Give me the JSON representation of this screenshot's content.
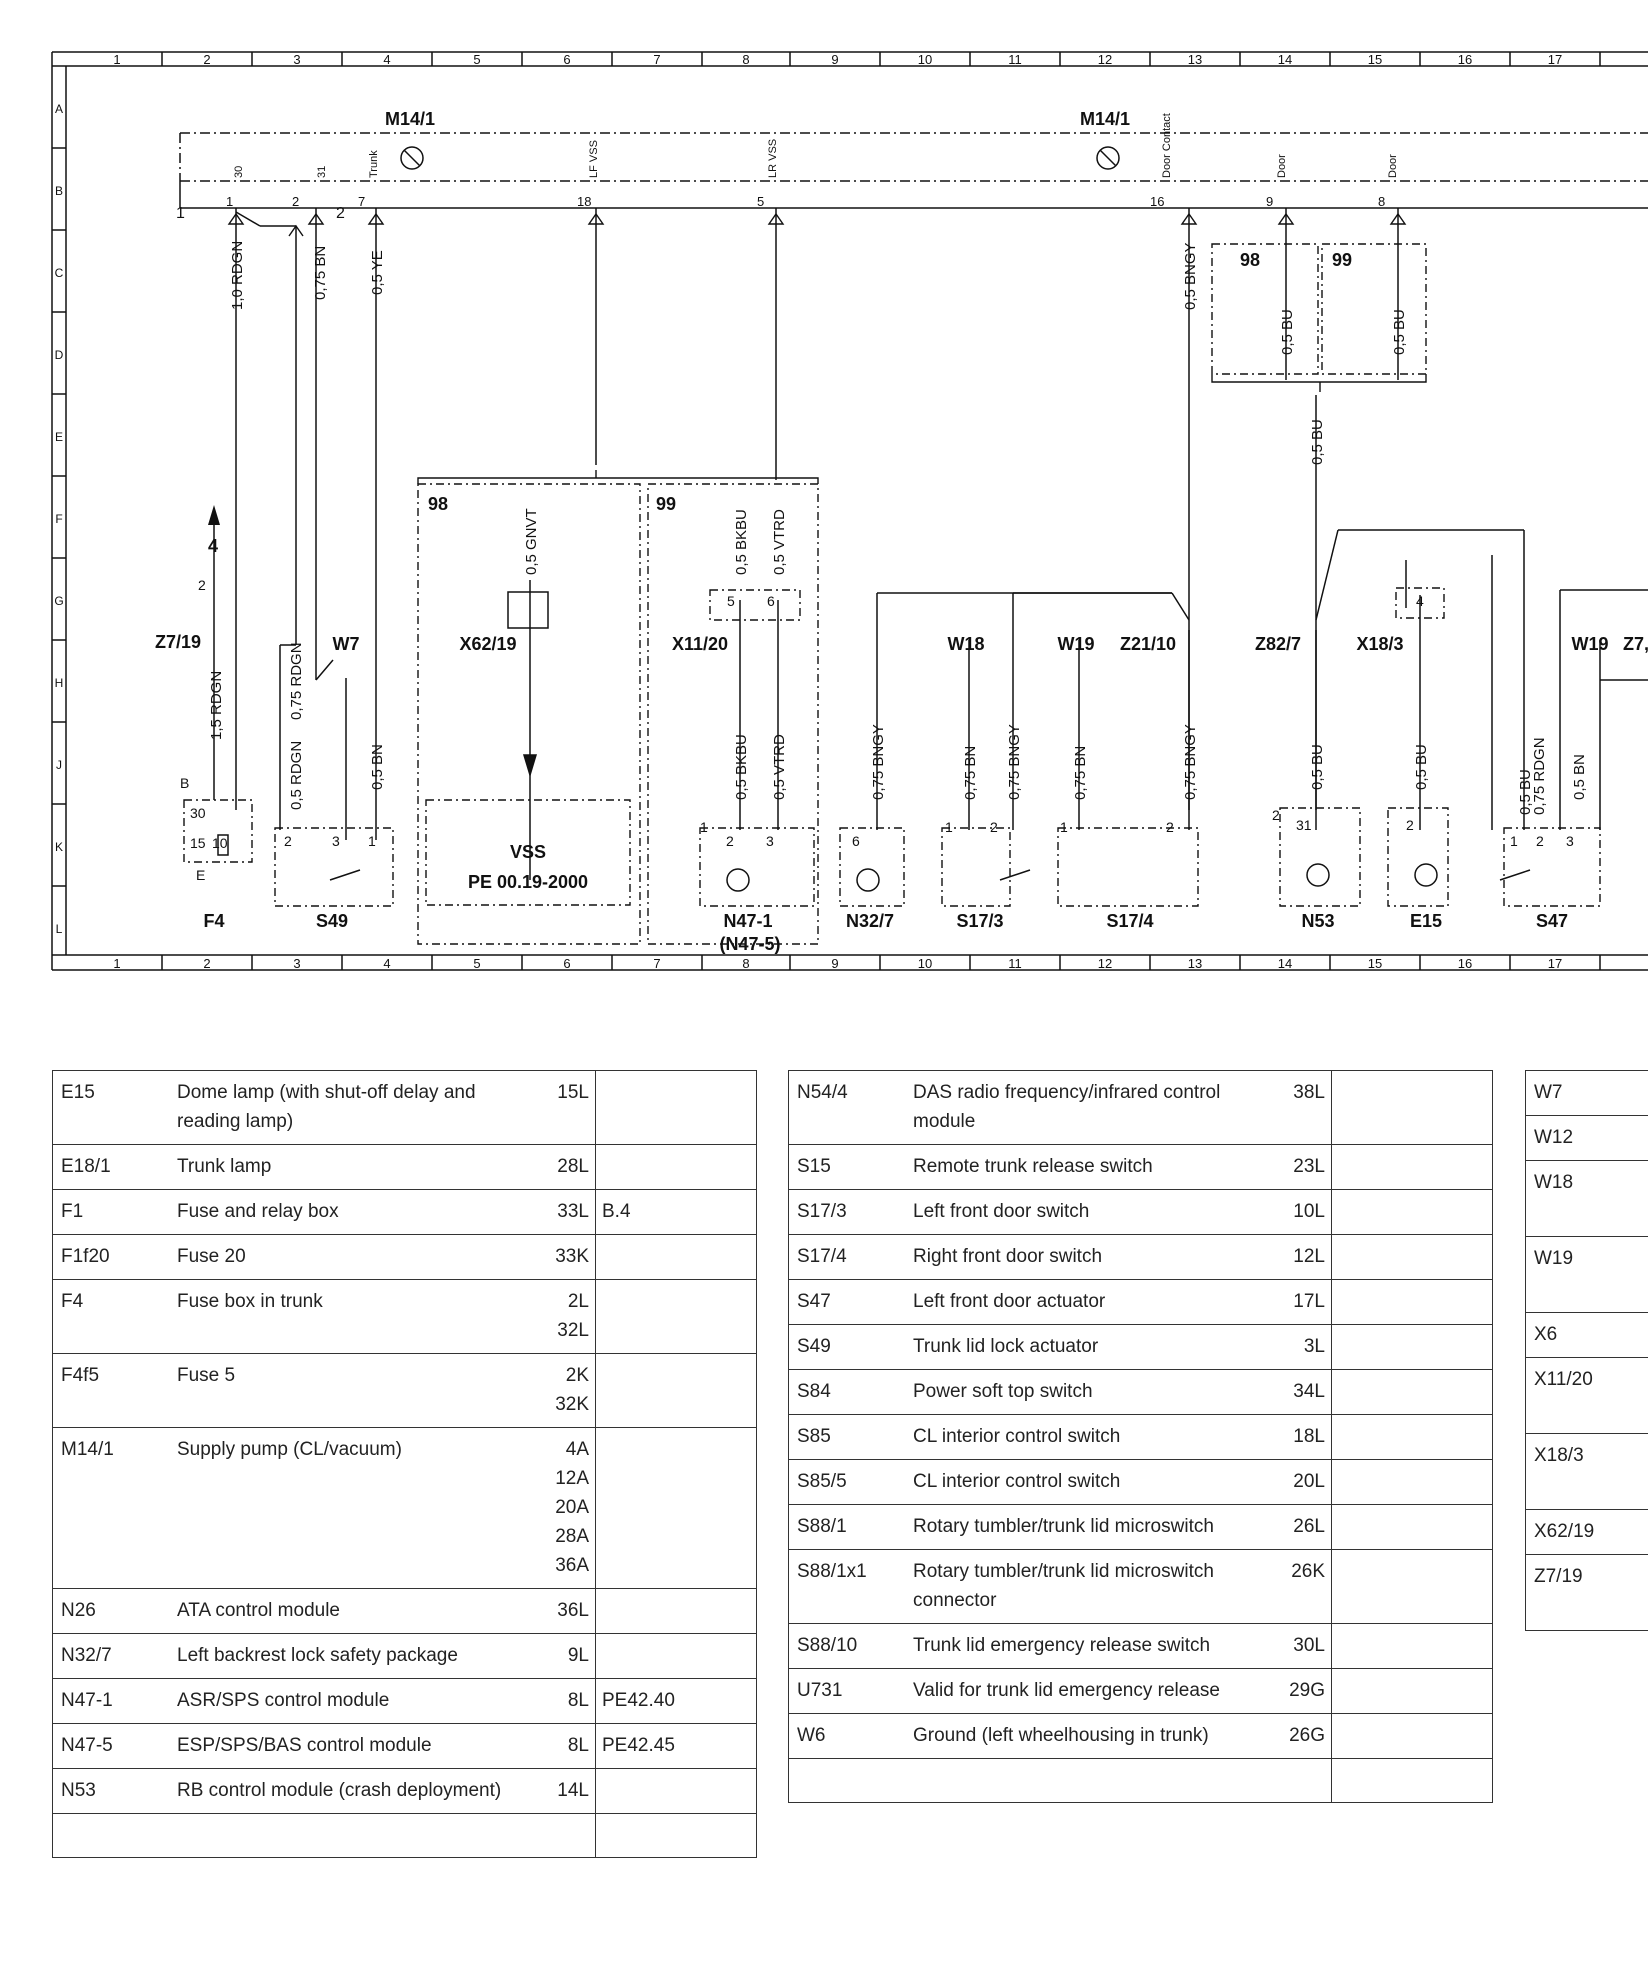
{
  "grid": {
    "columns": [
      "1",
      "2",
      "3",
      "4",
      "5",
      "6",
      "7",
      "8",
      "9",
      "10",
      "11",
      "12",
      "13",
      "14",
      "15",
      "16",
      "17"
    ],
    "rows": [
      "A",
      "B",
      "C",
      "D",
      "E",
      "F",
      "G",
      "H",
      "J",
      "K",
      "L"
    ]
  },
  "components": {
    "m14_left": "M14/1",
    "m14_right": "M14/1",
    "f4": "F4",
    "s49": "S49",
    "vss": "VSS",
    "vss_ref": "PE 00.19-2000",
    "n47": "N47-1",
    "n47_sub": "(N47-5)",
    "n32": "N32/7",
    "s17_3": "S17/3",
    "s17_4": "S17/4",
    "n53": "N53",
    "e15": "E15",
    "s47": "S47",
    "z7_19": "Z7/19",
    "w7": "W7",
    "x62_19": "X62/19",
    "x11_20": "X11/20",
    "w18": "W18",
    "w19": "W19",
    "z21_10": "Z21/10",
    "z82_7": "Z82/7",
    "x18_3": "X18/3",
    "w19b": "W19",
    "z7_cut": "Z7,"
  },
  "pins": {
    "p1a": "1",
    "p2a": "2",
    "p7": "7",
    "p2b": "2",
    "p18": "18",
    "p5": "5",
    "p16": "16",
    "p9": "9",
    "p8": "8",
    "p1b": "1",
    "t30": "30",
    "t31": "31",
    "trunk": "Trunk",
    "lf_vss": "LF VSS",
    "lr_vss": "LR VSS",
    "door_contact": "Door Contact",
    "door1": "Door",
    "door2": "Door",
    "z7_2": "2",
    "f4_b": "B",
    "f4_e": "E",
    "f4_30": "30",
    "f4_10": "10",
    "f4_15": "15",
    "s49_2": "2",
    "s49_3": "3",
    "s49_1": "1",
    "x11_5": "5",
    "x11_6": "6",
    "n47_1": "1",
    "n47_2": "2",
    "n47_3": "3",
    "n32_6": "6",
    "s17_1": "1",
    "s17_2": "2",
    "s174_1": "1",
    "s174_2": "2",
    "n53_2": "2",
    "n53_31": "31",
    "e15_2": "2",
    "x18_4": "4",
    "s47_1": "1",
    "s47_2": "2",
    "s47_3": "3",
    "arrow4": "4",
    "page98": "98",
    "page99": "99",
    "page98b": "98",
    "page99b": "99"
  },
  "wires": {
    "w1": "1,0 RDGN",
    "w2": "0,75 BN",
    "w3": "0,5 YE",
    "w4": "0,5 BNGY",
    "w5": "0,5 BU",
    "w6": "0,5 BU",
    "w7": "0,5 BU",
    "w8": "1,5 RDGN",
    "w9": "0,75 RDGN",
    "w10": "0,5 RDGN",
    "w11": "0,5 BN",
    "w12": "0,5 GNVT",
    "w13": "0,5 BKBU",
    "w14": "0,5 VTRD",
    "w15": "0,5 BKBU",
    "w16": "0,5 VTRD",
    "w17": "0,75 BNGY",
    "w18": "0,75 BN",
    "w19": "0,75 BNGY",
    "w20": "0,75 BN",
    "w21": "0,75 BNGY",
    "w22": "0,5 BU",
    "w23": "0,5 BU",
    "w24": "0,5 BU",
    "w25": "0,75 RDGN",
    "w26": "0,5 BN"
  },
  "legend1": [
    {
      "code": "E15",
      "desc": "Dome lamp (with shut-off delay and reading lamp)",
      "loc": "15L",
      "ref": ""
    },
    {
      "code": "E18/1",
      "desc": "Trunk lamp",
      "loc": "28L",
      "ref": ""
    },
    {
      "code": "F1",
      "desc": "Fuse and relay box",
      "loc": "33L",
      "ref": "B.4"
    },
    {
      "code": "F1f20",
      "desc": "Fuse 20",
      "loc": "33K",
      "ref": ""
    },
    {
      "code": "F4",
      "desc": "Fuse box in trunk",
      "loc": "2L\n32L",
      "ref": ""
    },
    {
      "code": "F4f5",
      "desc": "Fuse 5",
      "loc": "2K\n32K",
      "ref": ""
    },
    {
      "code": "M14/1",
      "desc": "Supply pump (CL/vacuum)",
      "loc": "4A\n12A\n20A\n28A\n36A",
      "ref": ""
    },
    {
      "code": "N26",
      "desc": "ATA control module",
      "loc": "36L",
      "ref": ""
    },
    {
      "code": "N32/7",
      "desc": "Left backrest lock safety package",
      "loc": "9L",
      "ref": ""
    },
    {
      "code": "N47-1",
      "desc": "ASR/SPS control module",
      "loc": "8L",
      "ref": "PE42.40"
    },
    {
      "code": "N47-5",
      "desc": "ESP/SPS/BAS control module",
      "loc": "8L",
      "ref": "PE42.45"
    },
    {
      "code": "N53",
      "desc": "RB control module (crash deployment)",
      "loc": "14L",
      "ref": ""
    },
    {
      "code": "",
      "desc": "",
      "loc": "",
      "ref": ""
    }
  ],
  "legend2": [
    {
      "code": "N54/4",
      "desc": "DAS radio frequency/infrared control module",
      "loc": "38L",
      "ref": ""
    },
    {
      "code": "S15",
      "desc": "Remote trunk release switch",
      "loc": "23L",
      "ref": ""
    },
    {
      "code": "S17/3",
      "desc": "Left front door switch",
      "loc": "10L",
      "ref": ""
    },
    {
      "code": "S17/4",
      "desc": "Right front door switch",
      "loc": "12L",
      "ref": ""
    },
    {
      "code": "S47",
      "desc": "Left front door actuator",
      "loc": "17L",
      "ref": ""
    },
    {
      "code": "S49",
      "desc": "Trunk lid lock actuator",
      "loc": "3L",
      "ref": ""
    },
    {
      "code": "S84",
      "desc": "Power soft top switch",
      "loc": "34L",
      "ref": ""
    },
    {
      "code": "S85",
      "desc": "CL interior control switch",
      "loc": "18L",
      "ref": ""
    },
    {
      "code": "S85/5",
      "desc": "CL interior control switch",
      "loc": "20L",
      "ref": ""
    },
    {
      "code": "S88/1",
      "desc": "Rotary tumbler/trunk lid microswitch",
      "loc": "26L",
      "ref": ""
    },
    {
      "code": "S88/1x1",
      "desc": "Rotary tumbler/trunk lid microswitch connector",
      "loc": "26K",
      "ref": ""
    },
    {
      "code": "S88/10",
      "desc": "Trunk lid emergency release switch",
      "loc": "30L",
      "ref": ""
    },
    {
      "code": "U731",
      "desc": "Valid for trunk lid emergency release",
      "loc": "29G",
      "ref": ""
    },
    {
      "code": "W6",
      "desc": "Ground (left wheelhousing in trunk)",
      "loc": "26G",
      "ref": ""
    },
    {
      "code": "",
      "desc": "",
      "loc": "",
      "ref": ""
    }
  ],
  "legend3": [
    "W7",
    "W12",
    "W18",
    "W19",
    "X6",
    "X11/20",
    "X18/3",
    "X62/19",
    "Z7/19"
  ]
}
